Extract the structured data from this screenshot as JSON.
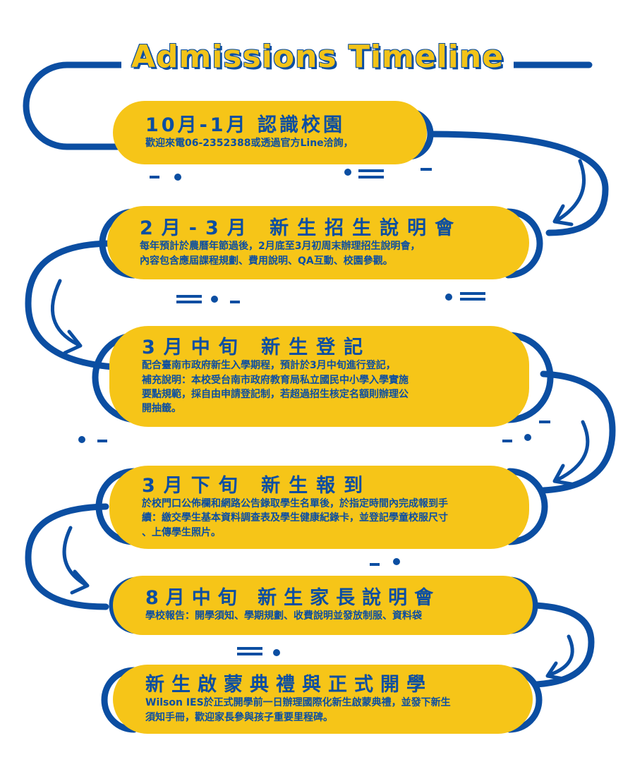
{
  "title": "Admissions Timeline",
  "colors": {
    "accent_yellow": "#F6C518",
    "accent_blue": "#0B4EA2"
  },
  "steps": [
    {
      "heading": "10月-1月 認識校園",
      "lines": [
        "歡迎來電06-2352388或透過官方Line洽詢，"
      ]
    },
    {
      "heading": "2月-3月 新生招生說明會",
      "lines": [
        "每年預計於農曆年節過後，2月底至3月初周末辦理招生說明會，",
        "內容包含應屆課程規劃、費用說明、QA互動、校園參觀。"
      ]
    },
    {
      "heading": "3月中旬 新生登記",
      "lines": [
        "配合臺南市政府新生入學期程，預計於3月中旬進行登記，",
        "補充說明：本校受台南市政府教育局私立國民中小學入學實施",
        "要點規範，採自由申請登記制，若超過招生核定名額則辦理公",
        "開抽籤。"
      ]
    },
    {
      "heading": "3月下旬 新生報到",
      "lines": [
        "於校門口公佈欄和網路公告錄取學生名單後，於指定時間內完成報到手",
        "續：繳交學生基本資料調查表及學生健康紀錄卡，並登記學童校服尺寸",
        "、上傳學生照片。"
      ]
    },
    {
      "heading": "8月中旬 新生家長說明會",
      "lines": [
        "學校報告：開學須知、學期規劃、收費說明並發放制服、資料袋"
      ]
    },
    {
      "heading": "新生啟蒙典禮與正式開學",
      "lines": [
        "Wilson IES於正式開學前一日辦理國際化新生啟蒙典禮，並發下新生",
        "須知手冊，歡迎家長參與孩子重要里程碑。"
      ]
    }
  ]
}
